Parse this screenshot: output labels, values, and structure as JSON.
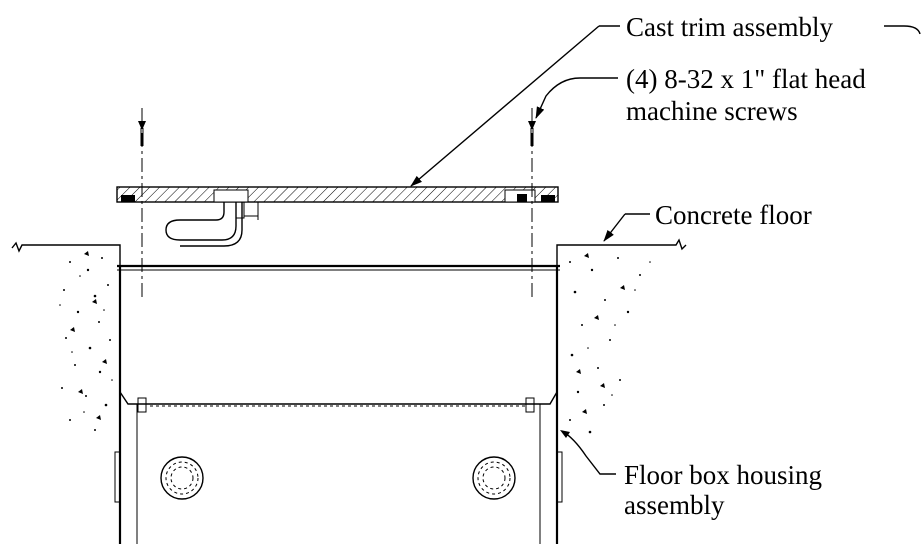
{
  "labels": {
    "trim": "Cast trim assembly",
    "screws_line1": "(4) 8-32 x 1\" flat head",
    "screws_line2": "machine screws",
    "floor": "Concrete floor",
    "housing_line1": "Floor box housing",
    "housing_line2": "assembly"
  },
  "colors": {
    "ink": "#000000",
    "background": "#ffffff"
  }
}
